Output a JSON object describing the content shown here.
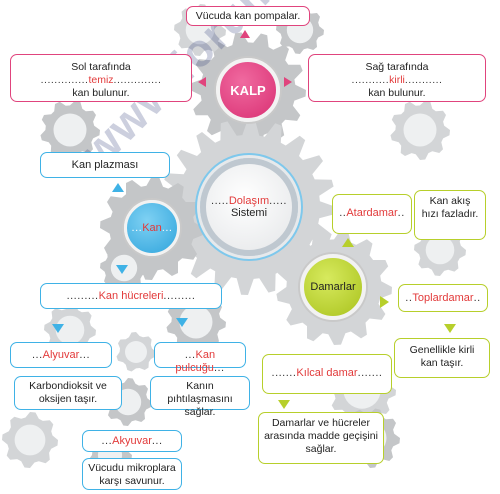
{
  "heart": {
    "label": "KALP",
    "top": "Vücuda kan pompalar.",
    "left_line1": "Sol tarafında",
    "left_answer": "temiz",
    "left_line2": "kan bulunur.",
    "right_line1": "Sağ tarafında",
    "right_answer": "kirli",
    "right_line2": "kan bulunur."
  },
  "center": {
    "answer": "Dolaşım",
    "line2": "Sistemi"
  },
  "blood": {
    "answer": "Kan",
    "plasma": "Kan plazması",
    "cells": "Kan hücreleri",
    "red_cells": "Alyuvar",
    "red_desc": "Karbondioksit ve oksijen taşır.",
    "platelets": "Kan pulcuğu",
    "platelet_desc": "Kanın pıhtılaşmasını sağlar.",
    "white_cells": "Akyuvar",
    "white_desc": "Vücudu mikroplara karşı savunur."
  },
  "vessels": {
    "label": "Damarlar",
    "artery": "Atardamar",
    "artery_desc": "Kan akış hızı fazladır.",
    "vein": "Toplardamar",
    "vein_desc": "Genellikle kirli kan taşır.",
    "capillary": "Kılcal damar",
    "capillary_desc": "Damarlar ve hücreler arasında madde geçişini sağlar."
  },
  "watermark": "www.forumbab.com",
  "colors": {
    "heart": "#e0447d",
    "blood": "#3fb2e6",
    "vessels": "#b7cf2b",
    "answer": "#e23a3a",
    "gear": "#c4c6c8"
  }
}
